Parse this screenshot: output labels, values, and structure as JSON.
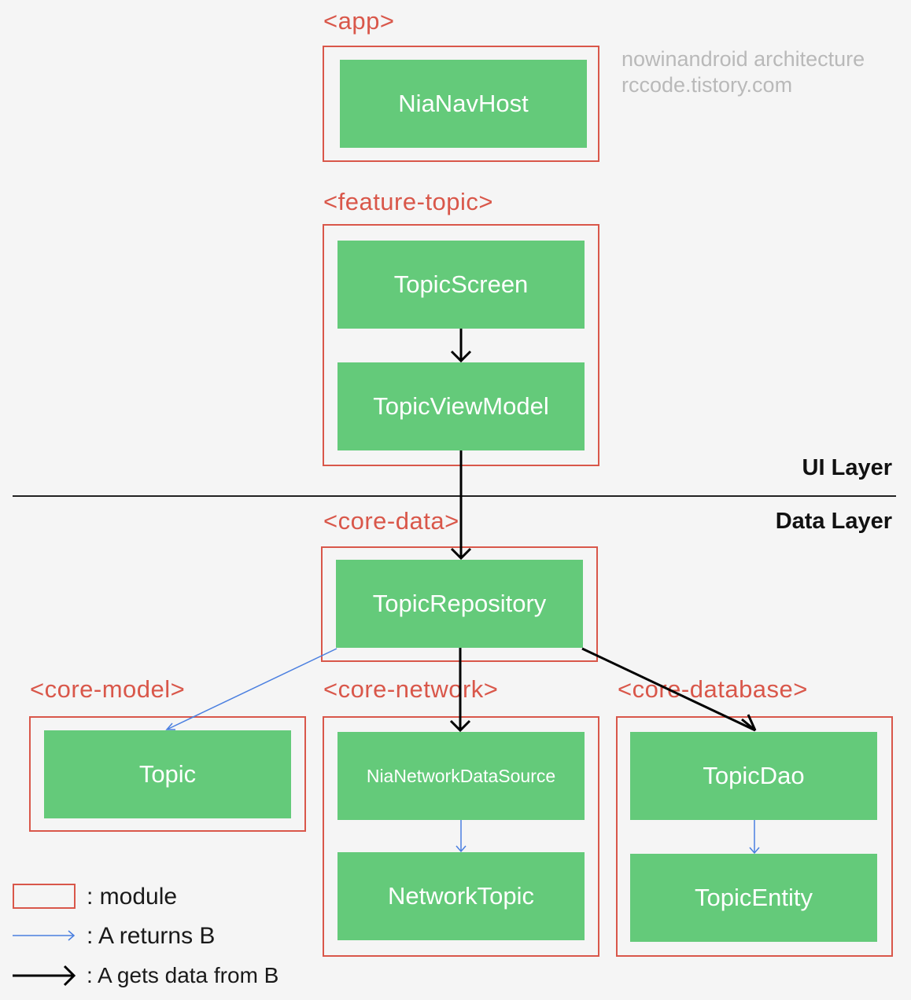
{
  "watermark": {
    "line1": "nowinandroid architecture",
    "line2": "rccode.tistory.com"
  },
  "layers": {
    "ui": "UI Layer",
    "data": "Data Layer"
  },
  "modules": {
    "app": {
      "label": "<app>",
      "nodes": [
        "NiaNavHost"
      ]
    },
    "feature_topic": {
      "label": "<feature-topic>",
      "nodes": [
        "TopicScreen",
        "TopicViewModel"
      ]
    },
    "core_data": {
      "label": "<core-data>",
      "nodes": [
        "TopicRepository"
      ]
    },
    "core_model": {
      "label": "<core-model>",
      "nodes": [
        "Topic"
      ]
    },
    "core_network": {
      "label": "<core-network>",
      "nodes": [
        "NiaNetworkDataSource",
        "NetworkTopic"
      ]
    },
    "core_database": {
      "label": "<core-database>",
      "nodes": [
        "TopicDao",
        "TopicEntity"
      ]
    }
  },
  "legend": {
    "module": ": module",
    "returns": ": A returns B",
    "gets_data": ": A gets data from B"
  },
  "colors": {
    "module_border": "#d9574a",
    "node_fill": "#64ca7a",
    "returns_arrow": "#4a7fe0",
    "data_arrow": "#000000"
  }
}
